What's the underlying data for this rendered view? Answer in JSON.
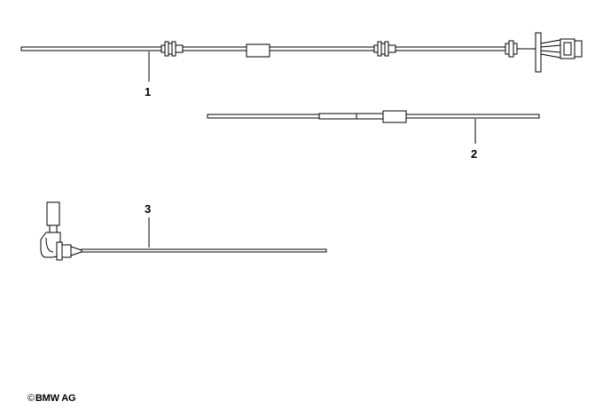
{
  "diagram": {
    "parts": [
      {
        "callout": "1"
      },
      {
        "callout": "2"
      },
      {
        "callout": "3"
      }
    ]
  },
  "footer": {
    "copyright_symbol": "©",
    "copyright_text": "BMW AG"
  }
}
